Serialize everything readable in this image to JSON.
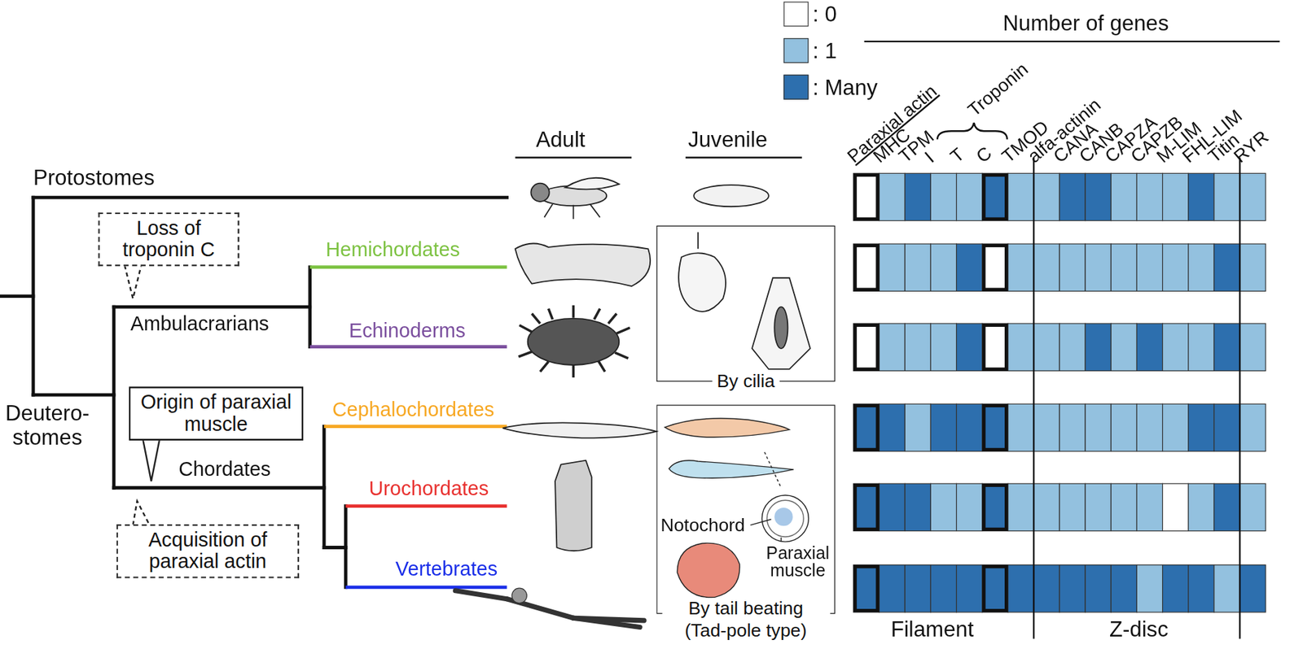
{
  "diagram": {
    "nodes": [
      {
        "text": [
          "Loss of troponin C"
        ]
      },
      {
        "text": [
          "Origin of paraxial muscle"
        ]
      },
      {
        "text": [
          "Acquisition of paraxial actin"
        ]
      },
      {
        "text": [
          "By cilia"
        ]
      },
      {
        "text": [
          "By tail beating (Tad-pole type)",
          "Notochord",
          "Paraxial muscle"
        ]
      }
    ],
    "labels": [
      "Protostomes",
      "Ambulacrarians",
      "Hemichordates",
      "Echinoderms",
      "Chordates",
      "Cephalochordates",
      "Urochordates",
      "Vertebrates",
      "Deutero- stomes",
      "Adult",
      "Juvenile",
      "Number of genes",
      "Paraxial actin",
      "MHC",
      "TPM",
      "I",
      "T",
      "Troponin",
      "C",
      "TMOD",
      "alfa-actinin",
      "CANA",
      "CANB",
      "CAPZA",
      "CAPZB",
      "M-LIM",
      "FHL-LIM",
      "Titin",
      "RYR",
      "Filament",
      "Z-disc"
    ],
    "legend": [
      {
        "text": ": 0",
        "color": "#ffffff"
      },
      {
        "text": ": 1",
        "color": "#93c1df"
      },
      {
        "text": ": Many",
        "color": "#2d6fae"
      }
    ]
  }
}
